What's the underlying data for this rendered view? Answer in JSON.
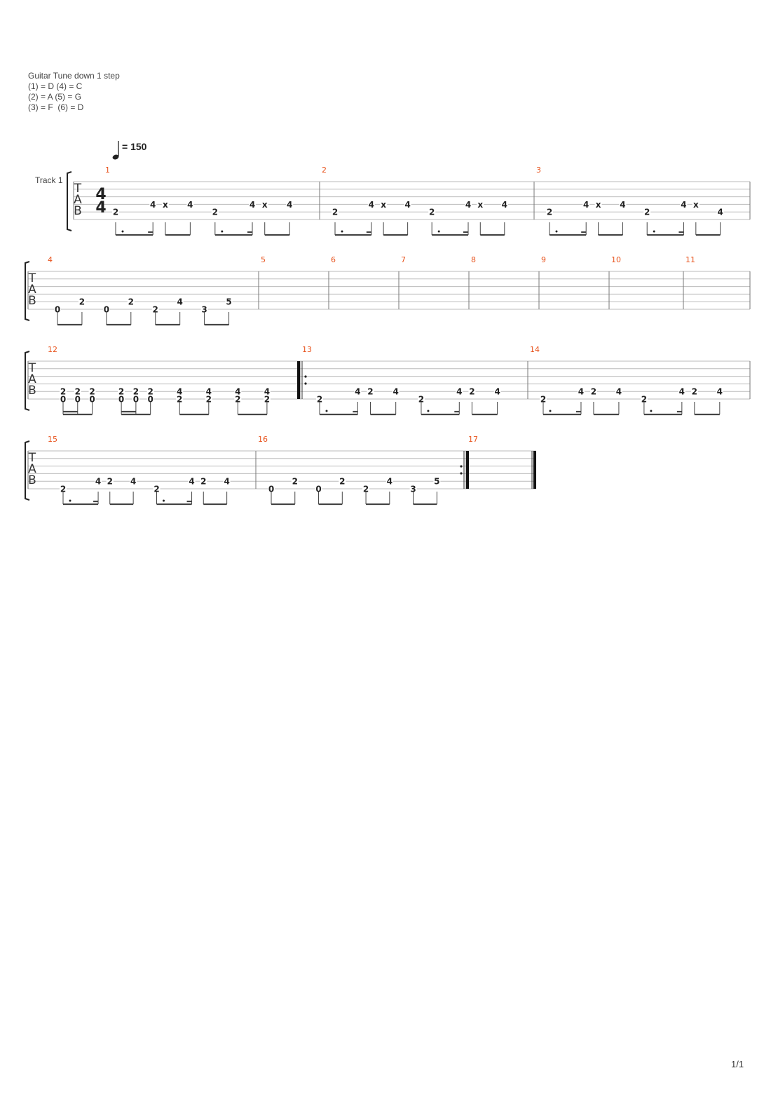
{
  "tuning": {
    "title": "Guitar Tune down 1 step",
    "lines": [
      "(1) = D (4) = C",
      "(2) = A (5) = G",
      "(3) = F  (6) = D"
    ]
  },
  "tempo": {
    "value": "= 150"
  },
  "track": {
    "label": "Track 1"
  },
  "time_signature": {
    "top": "4",
    "bottom": "4"
  },
  "tab_clef": [
    "T",
    "A",
    "B"
  ],
  "colors": {
    "measure_number": "#e8541e",
    "staff_line": "#bbbbbb",
    "barline": "#777777",
    "note": "#222222"
  },
  "page": {
    "number": "1/1"
  },
  "systems": [
    {
      "measures": [
        {
          "number": "1",
          "notes": [
            {
              "s": 5,
              "f": "2",
              "r": "dq"
            },
            {
              "s": 4,
              "f": "4",
              "r": "s"
            },
            {
              "s": 4,
              "f": "x",
              "r": "e"
            },
            {
              "s": 4,
              "f": "4",
              "r": "e"
            },
            {
              "s": 5,
              "f": "2",
              "r": "dq"
            },
            {
              "s": 4,
              "f": "4",
              "r": "s"
            },
            {
              "s": 4,
              "f": "x",
              "r": "e"
            },
            {
              "s": 4,
              "f": "4",
              "r": "e"
            }
          ]
        },
        {
          "number": "2",
          "notes": [
            {
              "s": 5,
              "f": "2",
              "r": "dq"
            },
            {
              "s": 4,
              "f": "4",
              "r": "s"
            },
            {
              "s": 4,
              "f": "x",
              "r": "e"
            },
            {
              "s": 4,
              "f": "4",
              "r": "e"
            },
            {
              "s": 5,
              "f": "2",
              "r": "dq"
            },
            {
              "s": 4,
              "f": "4",
              "r": "s"
            },
            {
              "s": 4,
              "f": "x",
              "r": "e"
            },
            {
              "s": 4,
              "f": "4",
              "r": "e"
            }
          ]
        },
        {
          "number": "3",
          "notes": [
            {
              "s": 5,
              "f": "2",
              "r": "dq"
            },
            {
              "s": 4,
              "f": "4",
              "r": "s"
            },
            {
              "s": 4,
              "f": "x",
              "r": "e"
            },
            {
              "s": 4,
              "f": "4",
              "r": "e"
            },
            {
              "s": 5,
              "f": "2",
              "r": "dq"
            },
            {
              "s": 4,
              "f": "4",
              "r": "s"
            },
            {
              "s": 4,
              "f": "x",
              "r": "e"
            },
            {
              "s": 5,
              "f": "4",
              "r": "e"
            }
          ]
        }
      ]
    },
    {
      "measures": [
        {
          "number": "4",
          "notes": [
            {
              "s": 6,
              "f": "0",
              "r": "e"
            },
            {
              "s": 5,
              "f": "2",
              "r": "e"
            },
            {
              "s": 6,
              "f": "0",
              "r": "e"
            },
            {
              "s": 5,
              "f": "2",
              "r": "e"
            },
            {
              "s": 6,
              "f": "2",
              "r": "e"
            },
            {
              "s": 5,
              "f": "4",
              "r": "e"
            },
            {
              "s": 6,
              "f": "3",
              "r": "e"
            },
            {
              "s": 5,
              "f": "5",
              "r": "e"
            }
          ]
        },
        {
          "number": "5",
          "notes": []
        },
        {
          "number": "6",
          "notes": []
        },
        {
          "number": "7",
          "notes": []
        },
        {
          "number": "8",
          "notes": []
        },
        {
          "number": "9",
          "notes": []
        },
        {
          "number": "10",
          "notes": []
        },
        {
          "number": "11",
          "notes": []
        }
      ]
    },
    {
      "measures": [
        {
          "number": "12",
          "notes": [
            {
              "chord": [
                {
                  "s": 5,
                  "f": "2"
                },
                {
                  "s": 6,
                  "f": "0"
                }
              ],
              "r": "s"
            },
            {
              "chord": [
                {
                  "s": 5,
                  "f": "2"
                },
                {
                  "s": 6,
                  "f": "0"
                }
              ],
              "r": "s"
            },
            {
              "chord": [
                {
                  "s": 5,
                  "f": "2"
                },
                {
                  "s": 6,
                  "f": "0"
                }
              ],
              "r": "e"
            },
            {
              "chord": [
                {
                  "s": 5,
                  "f": "2"
                },
                {
                  "s": 6,
                  "f": "0"
                }
              ],
              "r": "s"
            },
            {
              "chord": [
                {
                  "s": 5,
                  "f": "2"
                },
                {
                  "s": 6,
                  "f": "0"
                }
              ],
              "r": "s"
            },
            {
              "chord": [
                {
                  "s": 5,
                  "f": "2"
                },
                {
                  "s": 6,
                  "f": "0"
                }
              ],
              "r": "e"
            },
            {
              "chord": [
                {
                  "s": 5,
                  "f": "4"
                },
                {
                  "s": 6,
                  "f": "2"
                }
              ],
              "r": "e"
            },
            {
              "chord": [
                {
                  "s": 5,
                  "f": "4"
                },
                {
                  "s": 6,
                  "f": "2"
                }
              ],
              "r": "e"
            },
            {
              "chord": [
                {
                  "s": 5,
                  "f": "4"
                },
                {
                  "s": 6,
                  "f": "2"
                }
              ],
              "r": "e"
            },
            {
              "chord": [
                {
                  "s": 5,
                  "f": "4"
                },
                {
                  "s": 6,
                  "f": "2"
                }
              ],
              "r": "e"
            }
          ]
        },
        {
          "number": "13",
          "repeat_start": true,
          "notes": [
            {
              "s": 6,
              "f": "2",
              "r": "dq"
            },
            {
              "s": 5,
              "f": "4",
              "r": "s"
            },
            {
              "s": 5,
              "f": "2",
              "r": "e"
            },
            {
              "s": 5,
              "f": "4",
              "r": "e"
            },
            {
              "s": 6,
              "f": "2",
              "r": "dq"
            },
            {
              "s": 5,
              "f": "4",
              "r": "s"
            },
            {
              "s": 5,
              "f": "2",
              "r": "e"
            },
            {
              "s": 5,
              "f": "4",
              "r": "e"
            }
          ]
        },
        {
          "number": "14",
          "notes": [
            {
              "s": 6,
              "f": "2",
              "r": "dq"
            },
            {
              "s": 5,
              "f": "4",
              "r": "s"
            },
            {
              "s": 5,
              "f": "2",
              "r": "e"
            },
            {
              "s": 5,
              "f": "4",
              "r": "e"
            },
            {
              "s": 6,
              "f": "2",
              "r": "dq"
            },
            {
              "s": 5,
              "f": "4",
              "r": "s"
            },
            {
              "s": 5,
              "f": "2",
              "r": "e"
            },
            {
              "s": 5,
              "f": "4",
              "r": "e"
            }
          ]
        }
      ]
    },
    {
      "measures": [
        {
          "number": "15",
          "notes": [
            {
              "s": 6,
              "f": "2",
              "r": "dq"
            },
            {
              "s": 5,
              "f": "4",
              "r": "s"
            },
            {
              "s": 5,
              "f": "2",
              "r": "e"
            },
            {
              "s": 5,
              "f": "4",
              "r": "e"
            },
            {
              "s": 6,
              "f": "2",
              "r": "dq"
            },
            {
              "s": 5,
              "f": "4",
              "r": "s"
            },
            {
              "s": 5,
              "f": "2",
              "r": "e"
            },
            {
              "s": 5,
              "f": "4",
              "r": "e"
            }
          ]
        },
        {
          "number": "16",
          "repeat_end": true,
          "notes": [
            {
              "s": 6,
              "f": "0",
              "r": "e"
            },
            {
              "s": 5,
              "f": "2",
              "r": "e"
            },
            {
              "s": 6,
              "f": "0",
              "r": "e"
            },
            {
              "s": 5,
              "f": "2",
              "r": "e"
            },
            {
              "s": 6,
              "f": "2",
              "r": "e"
            },
            {
              "s": 5,
              "f": "4",
              "r": "e"
            },
            {
              "s": 6,
              "f": "3",
              "r": "e"
            },
            {
              "s": 5,
              "f": "5",
              "r": "e"
            }
          ]
        },
        {
          "number": "17",
          "final": true,
          "notes": []
        }
      ]
    }
  ]
}
